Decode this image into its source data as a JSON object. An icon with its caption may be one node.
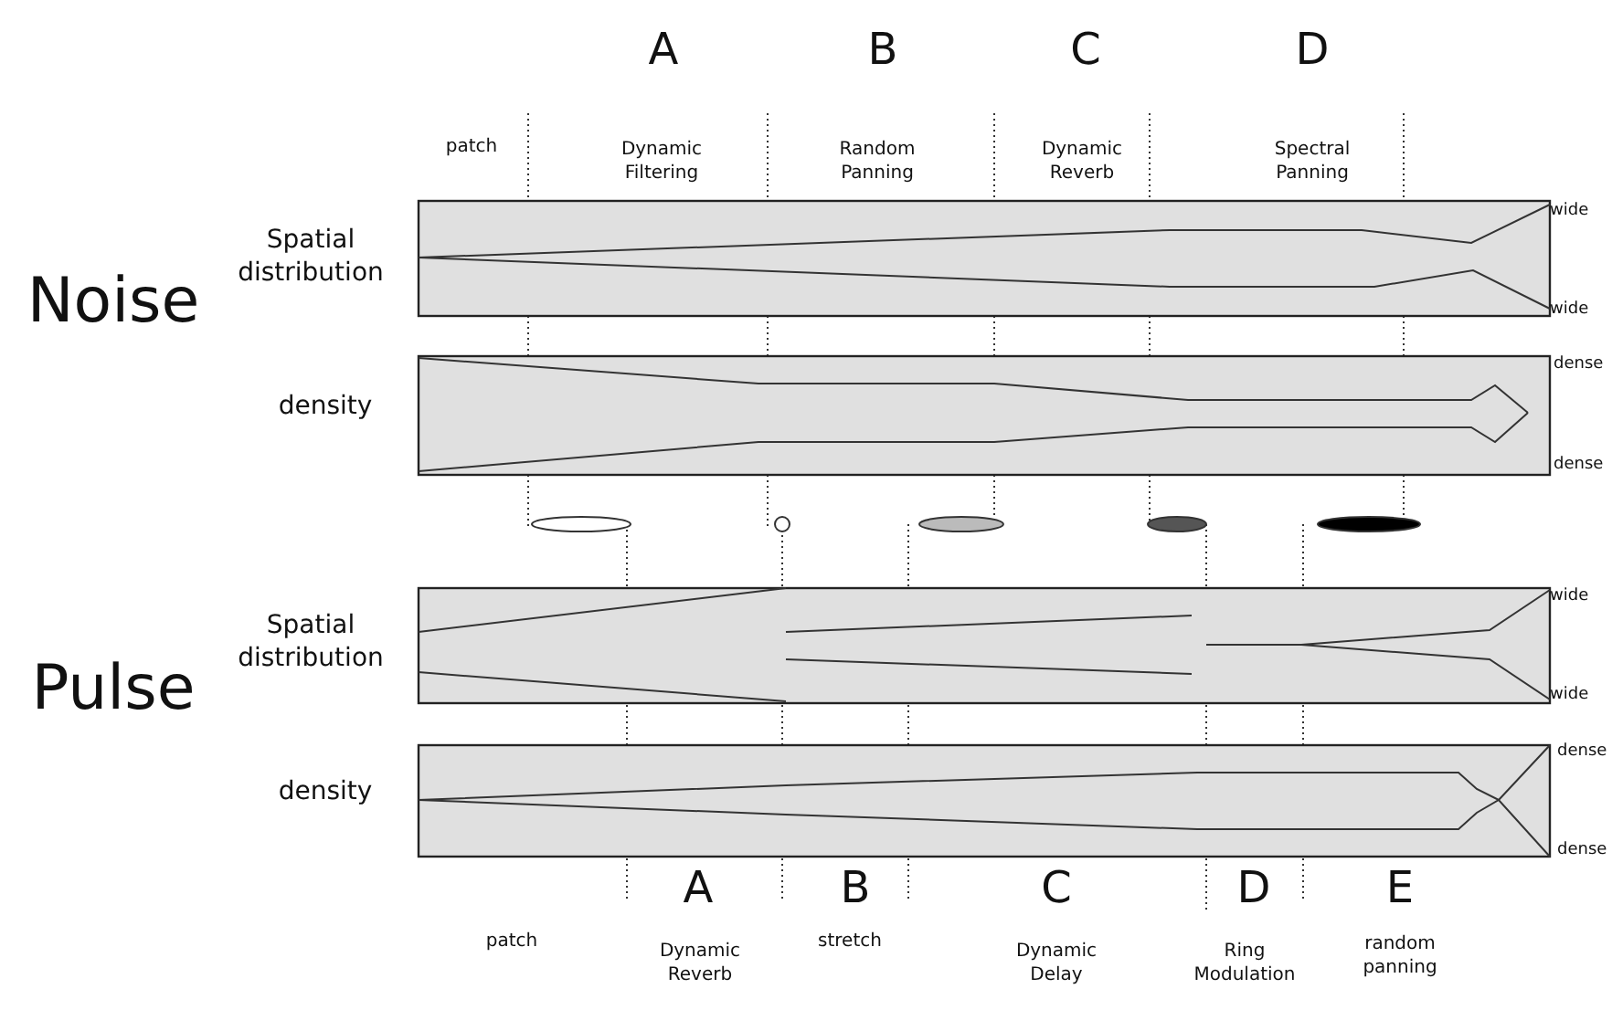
{
  "diagram": {
    "labels": [
      "A",
      "B",
      "C",
      "D",
      "patch",
      "Dynamic Filtering",
      "Random Panning",
      "Dynamic Reverb",
      "Spectral Panning",
      "Noise",
      "Spatial distribution",
      "wide",
      "wide",
      "density",
      "dense",
      "dense",
      "Pulse",
      "Spatial distribution",
      "wide",
      "wide",
      "density",
      "dense",
      "dense",
      "A",
      "B",
      "C",
      "D",
      "E",
      "patch",
      "Dynamic Reverb",
      "stretch",
      "Dynamic Delay",
      "Ring Modulation",
      "random panning"
    ]
  }
}
